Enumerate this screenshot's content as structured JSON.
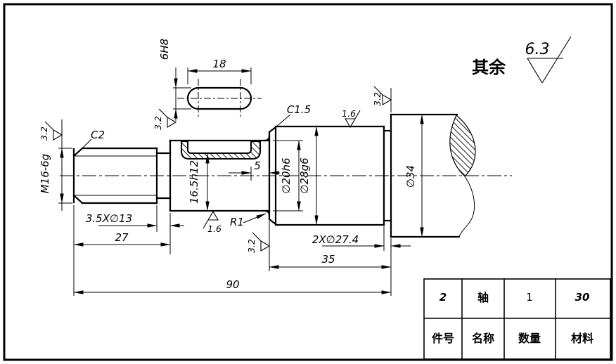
{
  "note": {
    "prefix": "其余",
    "value": "6.3"
  },
  "dims": {
    "thread": "M16-6g",
    "chamfer_c2": "C2",
    "undercut": "3.5X∅13",
    "len27": "27",
    "len90": "90",
    "len35": "35",
    "len5": "5",
    "keyway_depth": "16.5h12",
    "dia20": "∅20h6",
    "dia28": "∅28g6",
    "chamfer_c15": "C1.5",
    "fillet_r1": "R1",
    "groove": "2X∅27.4",
    "dia34": "∅34"
  },
  "keyway": {
    "length": "18",
    "width": "6H8"
  },
  "rough": {
    "r32": "3.2",
    "r16": "1.6"
  },
  "title_block": {
    "rows": [
      [
        "2",
        "轴",
        "1",
        "30"
      ],
      [
        "件号",
        "名称",
        "数量",
        "材料"
      ]
    ]
  }
}
